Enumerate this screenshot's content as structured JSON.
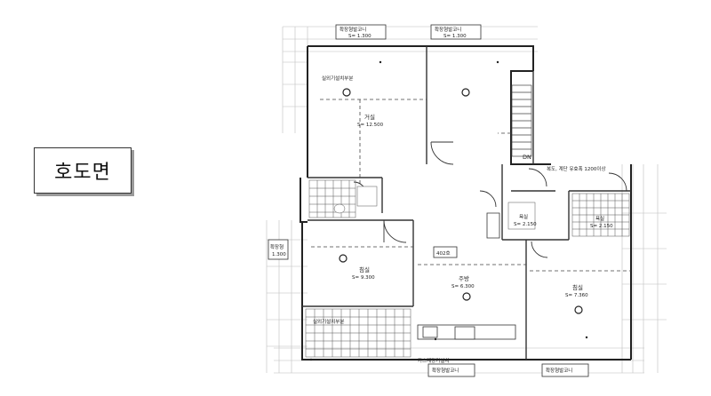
{
  "title": "호도면",
  "labels": {
    "top_window_left": "확장형발코니",
    "top_window_left_dim": "S= 1.300",
    "top_window_right": "확장형발코니",
    "top_window_right_dim": "S= 1.300",
    "bottom_window_left": "확장형발코니",
    "bottom_window_right": "확장형발코니",
    "gas_note": "가스계량기설치",
    "outdoor_unit": "실외기설치부분",
    "living_room": "거실",
    "living_room_area": "S= 12.500",
    "unit_number": "402호",
    "kitchen": "주방",
    "kitchen_area": "S= 6.300",
    "room_left": "침실",
    "room_left_area": "S= 9.300",
    "room_right": "침실",
    "room_right_area": "S= 7.360",
    "bath_left": "욕실",
    "bath_left_area": "S= 2.150",
    "bath_right": "욕실",
    "bath_right_area": "S= 2.150",
    "stair_dn": "DN",
    "corridor_note": "복도, 계단 유효폭 1200이상",
    "side_window_left": "확장형",
    "side_window_left_dim": "1.300"
  }
}
